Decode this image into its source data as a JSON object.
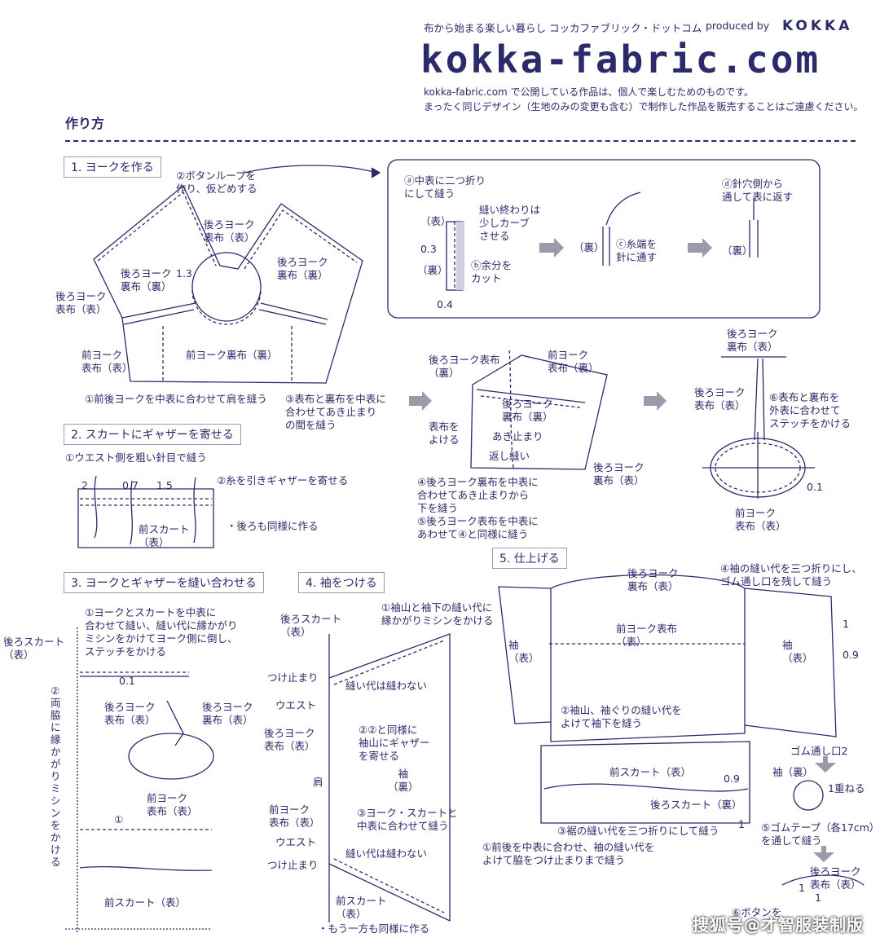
{
  "header": {
    "tagline": "布から始まる楽しい暮らし コッカファブリック・ドットコム",
    "produced_by": "produced by",
    "brand": "KOKKA",
    "logo_text": "kokka-fabric.com",
    "notice_line1": "kokka-fabric.com で公開している作品は、個人で楽しむためのものです。",
    "notice_line2": "まったく同じデザイン（生地のみの変更も含む）で制作した作品を販売することはご遠慮ください。"
  },
  "section_title": "作り方",
  "steps": {
    "s1": {
      "title": "1. ヨークを作る",
      "labels": {
        "button_loop": "②ボタンループを\n作り、仮どめする",
        "back_yoke_outer_top": "後ろヨーク\n表布（表）",
        "back_yoke_lining_left": "後ろヨーク\n裏布（裏）",
        "back_yoke_lining_right": "後ろヨーク\n裏布（裏）",
        "back_yoke_outer_left": "後ろヨーク\n表布（表）",
        "front_yoke_outer": "前ヨーク\n表布（表）",
        "front_yoke_lining": "前ヨーク裏布（裏）",
        "num_13": "1.3",
        "note1": "①前後ヨークを中表に合わせて肩を縫う",
        "note3": "③表布と裏布を中表に\n合わせてあき止まり\nの間を縫う"
      },
      "loop_box": {
        "a": "ⓐ中表に二つ折り\nにして縫う",
        "omote": "（表）",
        "ura": "（裏）",
        "n03": "0.3",
        "n04": "0.4",
        "sewing_end": "縫い終わりは\n少しカーブ\nさせる",
        "b": "ⓑ余分を\nカット",
        "ura2": "（裏）",
        "c": "ⓒ糸端を\n針に通す",
        "d": "ⓓ針穴側から\n通して表に返す",
        "ura3": "（裏）"
      },
      "assembly": {
        "back_yoke_outer": "後ろヨーク表布\n（裏）",
        "front_yoke_outer": "前ヨーク\n表布（裏）",
        "back_yoke_lining": "後ろヨーク\n裏布（裏）",
        "move_outer": "表布を\nよける",
        "opening_end": "あき止まり",
        "backstitch": "返し縫い",
        "back_yoke_lining2": "後ろヨーク\n裏布（表）",
        "note4": "④後ろヨーク裏布を中表に\n合わせてあき止まりから\n下を縫う",
        "note5": "⑤後ろヨーク表布を中表に\nあわせて④と同様に縫う"
      },
      "finished": {
        "back_yoke_lining": "後ろヨーク\n裏布（表）",
        "back_yoke_outer": "後ろヨーク\n表布（表）",
        "note6": "⑥表布と裏布を\n外表に合わせて\nステッチをかける",
        "n01": "0.1",
        "front_yoke": "前ヨーク\n表布（表）"
      }
    },
    "s2": {
      "title": "2. スカートにギャザーを寄せる",
      "note1": "①ウエスト側を粗い針目で縫う",
      "note2": "②糸を引きギャザーを寄せる",
      "n2": "2",
      "n07": "0.7",
      "n15": "1.5",
      "skirt": "前スカート\n（表）",
      "note_back": "・後ろも同様に作る"
    },
    "s3": {
      "title": "3. ヨークとギャザーを縫い合わせる",
      "note1": "①ヨークとスカートを中表に\n合わせて縫い、縫い代に縁かがり\nミシンをかけてヨーク側に倒し、\nステッチをかける",
      "back_skirt": "後ろスカート\n（表）",
      "n01": "0.1",
      "back_yoke_outer": "後ろヨーク\n表布（表）",
      "back_yoke_lining": "後ろヨーク\n裏布（表）",
      "front_yoke": "前ヨーク\n表布（表）",
      "mark1": "①",
      "note2": "②両脇に縁かがりミシンをかける",
      "front_skirt": "前スカート（表）"
    },
    "s4": {
      "title": "4. 袖をつける",
      "back_skirt": "後ろスカート\n（表）",
      "note1": "①袖山と袖下の縫い代に\n縁かがりミシンをかける",
      "stop_top": "つけ止まり",
      "no_sew_top": "縫い代は縫わない",
      "waist_top": "ウエスト",
      "back_yoke": "後ろヨーク\n表布（表）",
      "note2": "②②と同様に\n袖山にギャザー\nを寄せる",
      "sleeve": "袖\n（裏）",
      "shoulder": "肩",
      "front_yoke": "前ヨーク\n表布（表）",
      "note3": "③ヨーク・スカートと\n中表に合わせて縫う",
      "waist_bottom": "ウエスト",
      "no_sew_bottom": "縫い代は縫わない",
      "stop_bottom": "つけ止まり",
      "front_skirt": "前スカート\n（表）",
      "note_other": "・もう一方も同様に作る"
    },
    "s5": {
      "title": "5. 仕上げる",
      "back_yoke_lining": "後ろヨーク\n裏布（表）",
      "front_yoke_outer": "前ヨーク表布\n（表）",
      "sleeve_left": "袖\n（表）",
      "sleeve_right": "袖\n（表）",
      "note2": "②袖山、袖ぐりの縫い代を\nよけて袖下を縫う",
      "front_skirt": "前スカート（表）",
      "back_skirt": "後ろスカート（裏）",
      "n09a": "0.9",
      "n1a": "1",
      "note3": "③裾の縫い代を三つ折りにして縫う",
      "note1": "①前後を中表に合わせ、袖の縫い代を\nよけて脇をつけ止まりまで縫う",
      "note4": "④袖の縫い代を三つ折りにし、\nゴム通し口を残して縫う",
      "n1b": "1",
      "n09b": "0.9",
      "elastic_opening": "ゴム通し口2",
      "sleeve_ura": "袖（裏）",
      "overlap": "1重ねる",
      "note5": "⑤ゴムテープ（各17cm）\nを通して縫う",
      "back_yoke_outer": "後ろヨーク\n表布（表）",
      "n1c": "1",
      "n1d": "1",
      "button": "⑥ボタンを"
    }
  },
  "watermark": "搜狐号@才智服装制版",
  "colors": {
    "ink": "#2b2a6b",
    "gray_arrow": "#9a9aaa",
    "box_border": "#9a9ab5"
  }
}
